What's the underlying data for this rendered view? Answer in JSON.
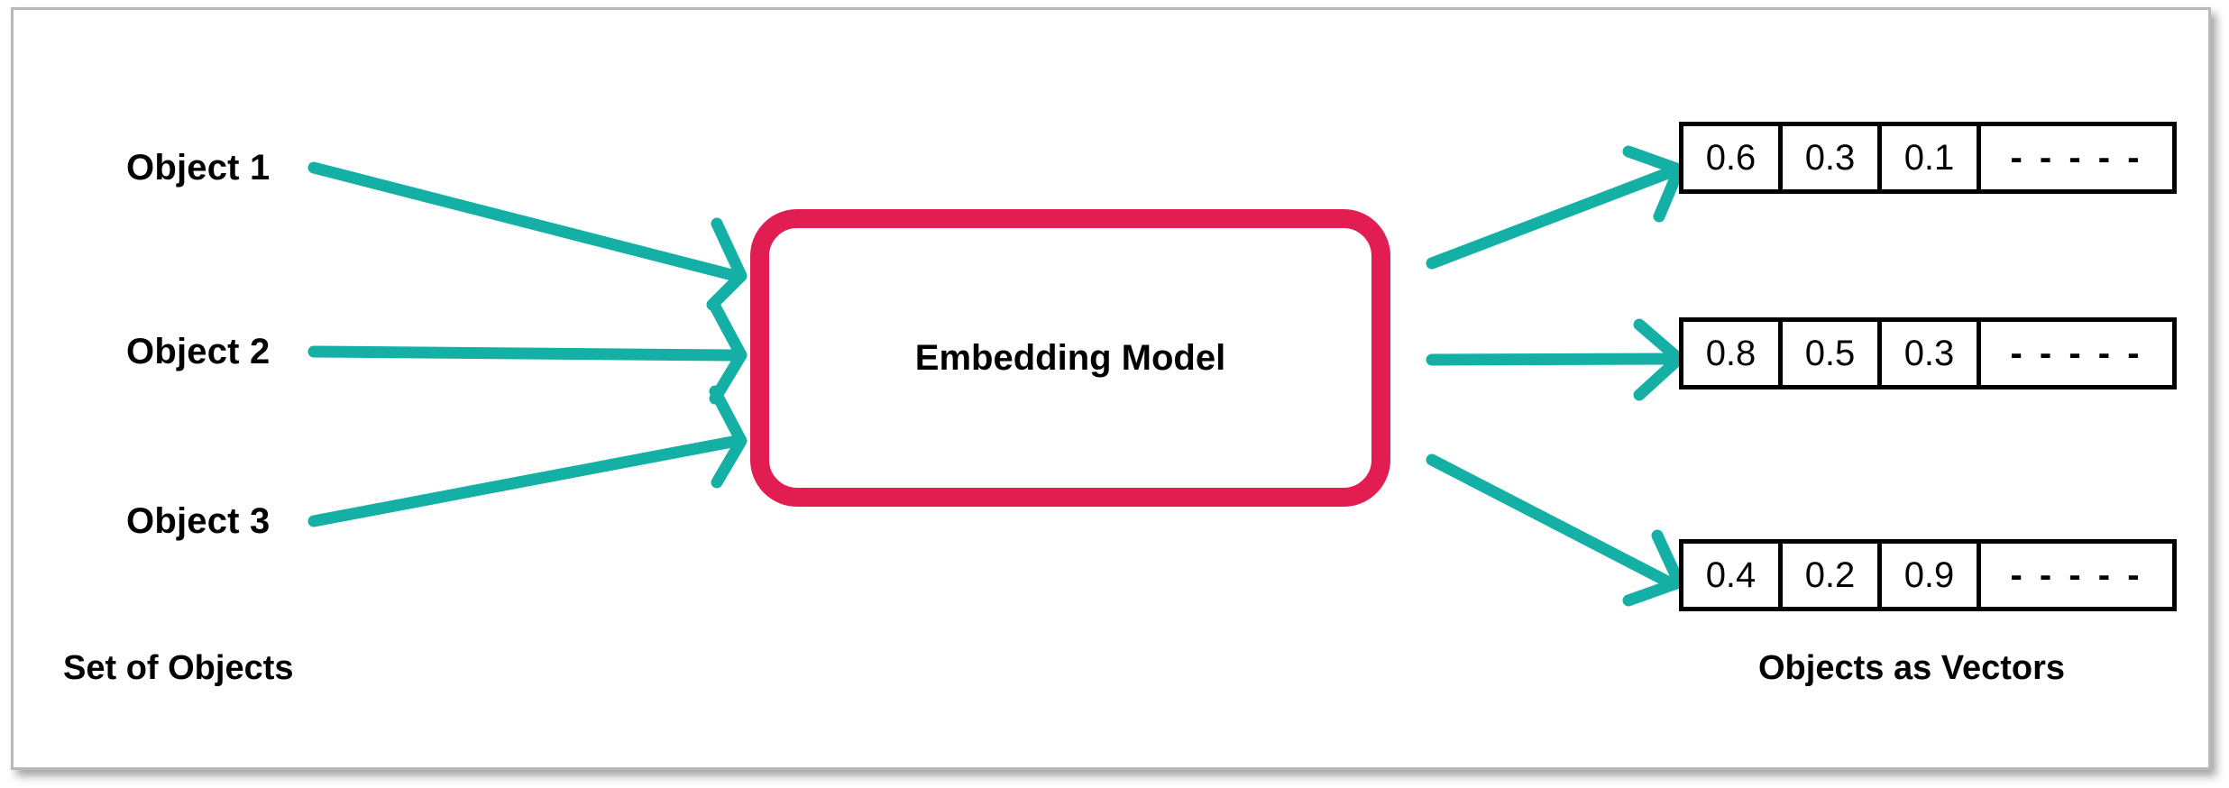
{
  "diagram": {
    "title_text": "Embedding Model",
    "left_caption": "Set of Objects",
    "right_caption": "Objects as Vectors",
    "colors": {
      "arrow": "#14b0a6",
      "model_border": "#e11d52",
      "cell_border": "#000000",
      "frame_border": "#b9b9b9",
      "text": "#000000",
      "background": "#ffffff"
    },
    "objects": [
      {
        "label": "Object 1"
      },
      {
        "label": "Object 2"
      },
      {
        "label": "Object 3"
      }
    ],
    "vectors": [
      {
        "values": [
          "0.6",
          "0.3",
          "0.1"
        ],
        "ellipsis": "- - - - -"
      },
      {
        "values": [
          "0.8",
          "0.5",
          "0.3"
        ],
        "ellipsis": "- - - - -"
      },
      {
        "values": [
          "0.4",
          "0.2",
          "0.9"
        ],
        "ellipsis": "- - - - -"
      }
    ]
  },
  "chart_data": {
    "type": "diagram",
    "title": "Embedding Model",
    "nodes": [
      "Object 1",
      "Object 2",
      "Object 3",
      "Embedding Model"
    ],
    "inputs": [
      "Object 1",
      "Object 2",
      "Object 3"
    ],
    "outputs": [
      [
        0.6,
        0.3,
        0.1
      ],
      [
        0.8,
        0.5,
        0.3
      ],
      [
        0.4,
        0.2,
        0.9
      ]
    ],
    "group_labels": [
      "Set of Objects",
      "Objects as Vectors"
    ],
    "edges": [
      {
        "from": "Object 1",
        "to": "Embedding Model"
      },
      {
        "from": "Object 2",
        "to": "Embedding Model"
      },
      {
        "from": "Object 3",
        "to": "Embedding Model"
      },
      {
        "from": "Embedding Model",
        "to": "vector-1"
      },
      {
        "from": "Embedding Model",
        "to": "vector-2"
      },
      {
        "from": "Embedding Model",
        "to": "vector-3"
      }
    ]
  }
}
